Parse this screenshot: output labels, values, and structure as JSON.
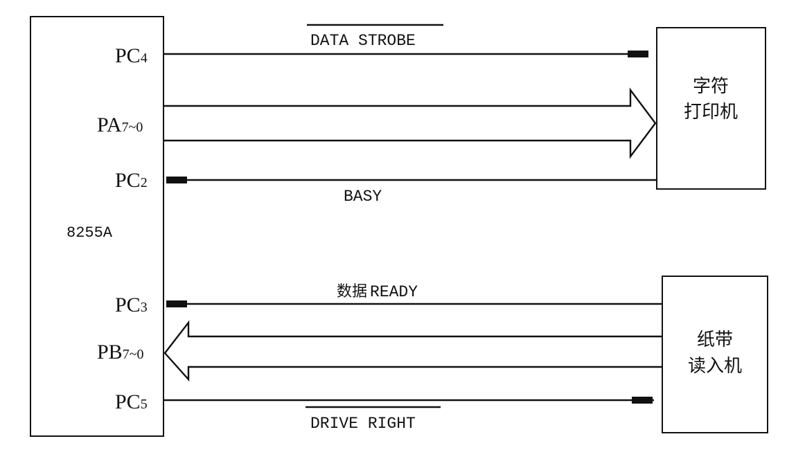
{
  "chip": {
    "label": "8255A"
  },
  "pins": {
    "pc4": {
      "main": "PC",
      "sub": "4"
    },
    "pa": {
      "main": "PA",
      "sub": "7~0"
    },
    "pc2": {
      "main": "PC",
      "sub": "2"
    },
    "pc3": {
      "main": "PC",
      "sub": "3"
    },
    "pb": {
      "main": "PB",
      "sub": "7~0"
    },
    "pc5": {
      "main": "PC",
      "sub": "5"
    }
  },
  "signals": {
    "data_strobe": "DATA  STROBE",
    "basy": "BASY",
    "ready_cn": "数据",
    "ready": "READY",
    "drive_right": "DRIVE  RIGHT"
  },
  "devices": {
    "printer": {
      "line1": "字符",
      "line2": "打印机"
    },
    "reader": {
      "line1": "纸带",
      "line2": "读入机"
    }
  }
}
